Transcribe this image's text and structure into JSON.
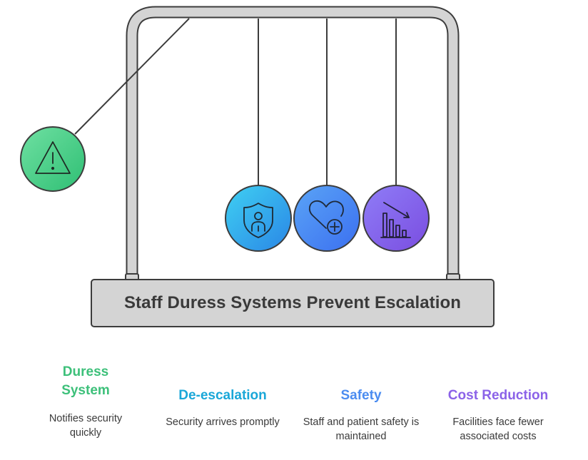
{
  "title": "Staff Duress Systems Prevent Escalation",
  "items": [
    {
      "title": "Duress System",
      "description": "Notifies security quickly",
      "color": "#3dc07a",
      "icon": "warning-triangle-icon"
    },
    {
      "title": "De-escalation",
      "description": "Security arrives promptly",
      "color": "#1aa7d8",
      "icon": "shield-person-icon"
    },
    {
      "title": "Safety",
      "description": "Staff and patient safety is maintained",
      "color": "#4b8cf0",
      "icon": "heart-plus-icon"
    },
    {
      "title": "Cost Reduction",
      "description": "Facilities face fewer associated costs",
      "color": "#8b62e8",
      "icon": "chart-decrease-icon"
    }
  ]
}
